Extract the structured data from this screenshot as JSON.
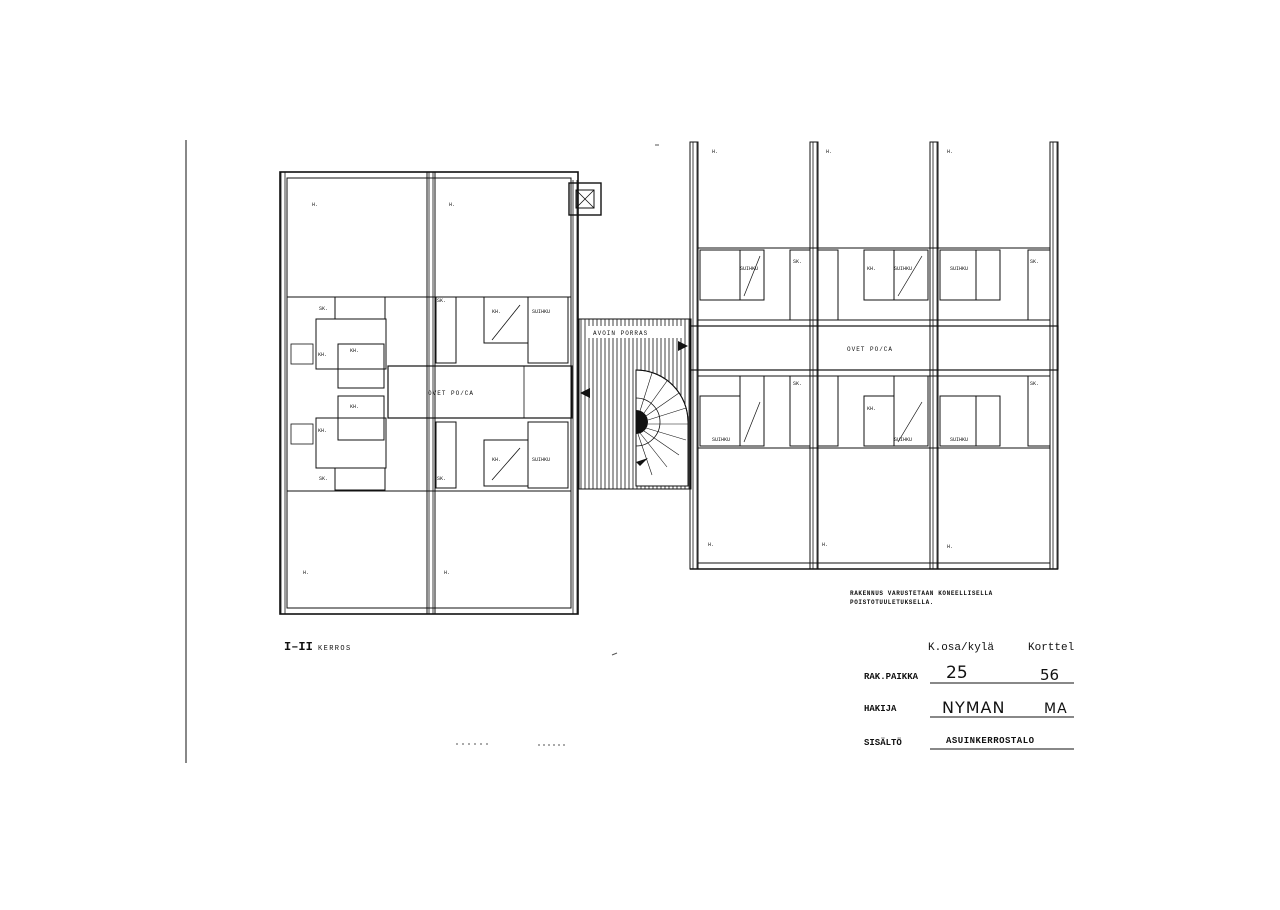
{
  "plan": {
    "floor_label": "I–II",
    "floor_word": "KERROS",
    "room_label": "H.",
    "sauna_label": "SUIHKU",
    "kitchen_label": "KH.",
    "closet_label": "SK.",
    "corridor_left": "OVET PO/CA",
    "corridor_right": "OVET PO/CA",
    "balcony_label": "AVOIN PORRAS",
    "note_line1": "RAKENNUS VARUSTETAAN KONEELLISELLA",
    "note_line2": "POISTOTUULETUKSELLA."
  },
  "titleblock": {
    "col_kosa": "K.osa/kylä",
    "col_kortteli": "Korttel",
    "rak_paikka_label": "RAK.PAIKKA",
    "rak_paikka_value": "25",
    "kortteli_value": "56",
    "hakija_label": "HAKIJA",
    "hakija_value": "NYMAN",
    "hakija_value2": "MA",
    "sisalto_label": "SISÄLTÖ",
    "sisalto_value": "ASUINKERROSTALO"
  }
}
